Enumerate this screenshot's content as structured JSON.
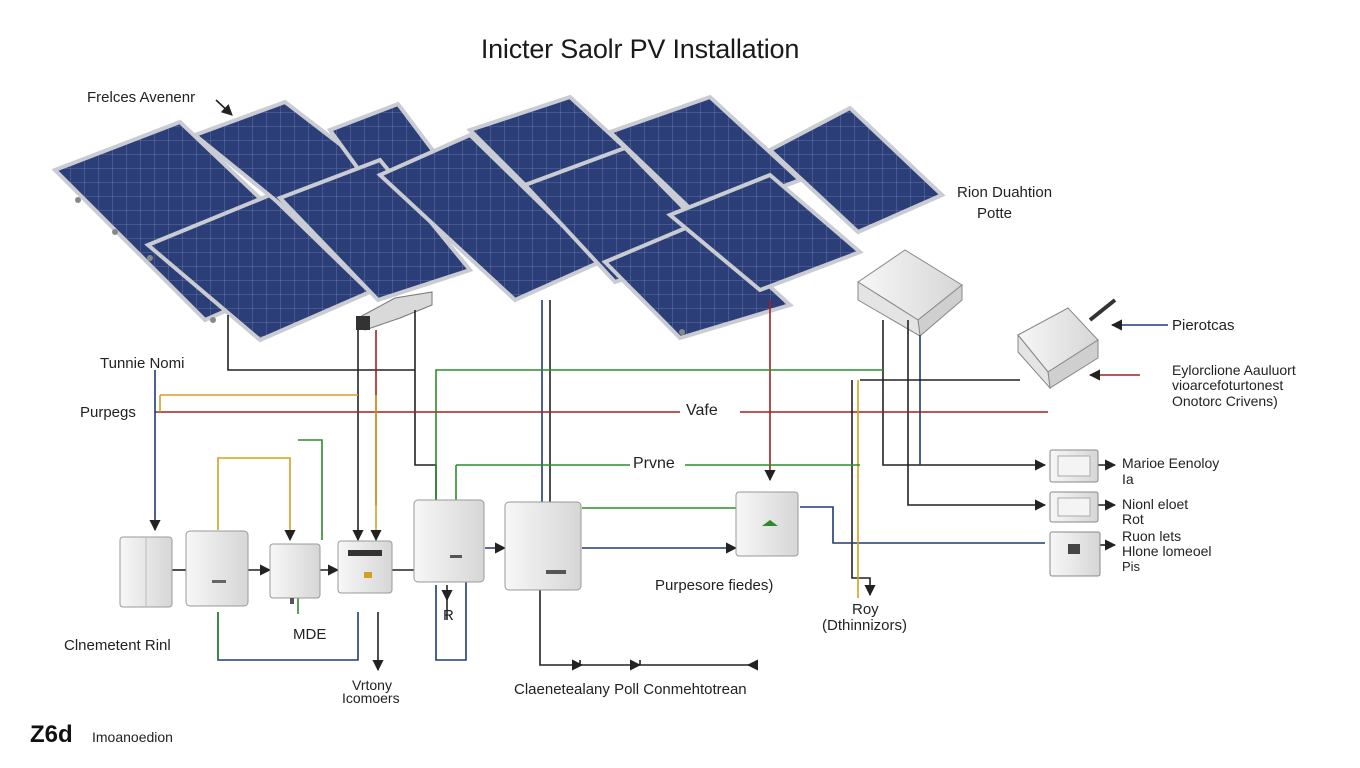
{
  "title": "Inicter Saolr PV Installation",
  "labels": {
    "top_left": "Frelces Avenenr",
    "top_right_line1": "Rion Duahtion",
    "top_right_line2": "Potte",
    "right_1": "Pierotcas",
    "right_2_line1": "Eylorclione Aauluort",
    "right_2_line2": "vioarcefoturtonest",
    "right_2_line3": "Onotorc Crivens)",
    "left_1": "Tunnie Nomi",
    "left_2": "Purpegs",
    "center_1": "Vafe",
    "center_2": "Prvne",
    "out_1_line1": "Marioe Eenoloy",
    "out_1_line2": "Ia",
    "out_2_line1": "Nionl eloet",
    "out_2_line2": "Rot",
    "out_3_line1": "Ruon lets",
    "out_3_line2": "Hlone lomeoel",
    "out_3_line3": "Pis",
    "mid_1": "Purpesore fiedes)",
    "mid_2_line1": "Roy",
    "mid_2_line2": "(Dthinnizors)",
    "bottom_left": "Clnemetent Rinl",
    "bottom_mde": "MDE",
    "bottom_r": "R",
    "bottom_vrtony_line1": "Vrtony",
    "bottom_vrtony_line2": "Icomoers",
    "bottom_center": "Claenetealany Poll Conmehtotrean",
    "footer_text": "Imoanoedion",
    "footer_logo": "Z6d"
  },
  "colors": {
    "panel_fill": "#2c3e78",
    "panel_frame": "#c9ccd2",
    "wire_red": "#a32020",
    "wire_blue": "#1f3a78",
    "wire_green": "#2e8a2e",
    "wire_yellow": "#d4a020",
    "wire_black": "#222222",
    "box_fill": "#eeeeee"
  },
  "icons": [
    "arrow-icon",
    "solar-panel-icon",
    "inverter-icon",
    "junction-box-icon",
    "meter-icon"
  ]
}
